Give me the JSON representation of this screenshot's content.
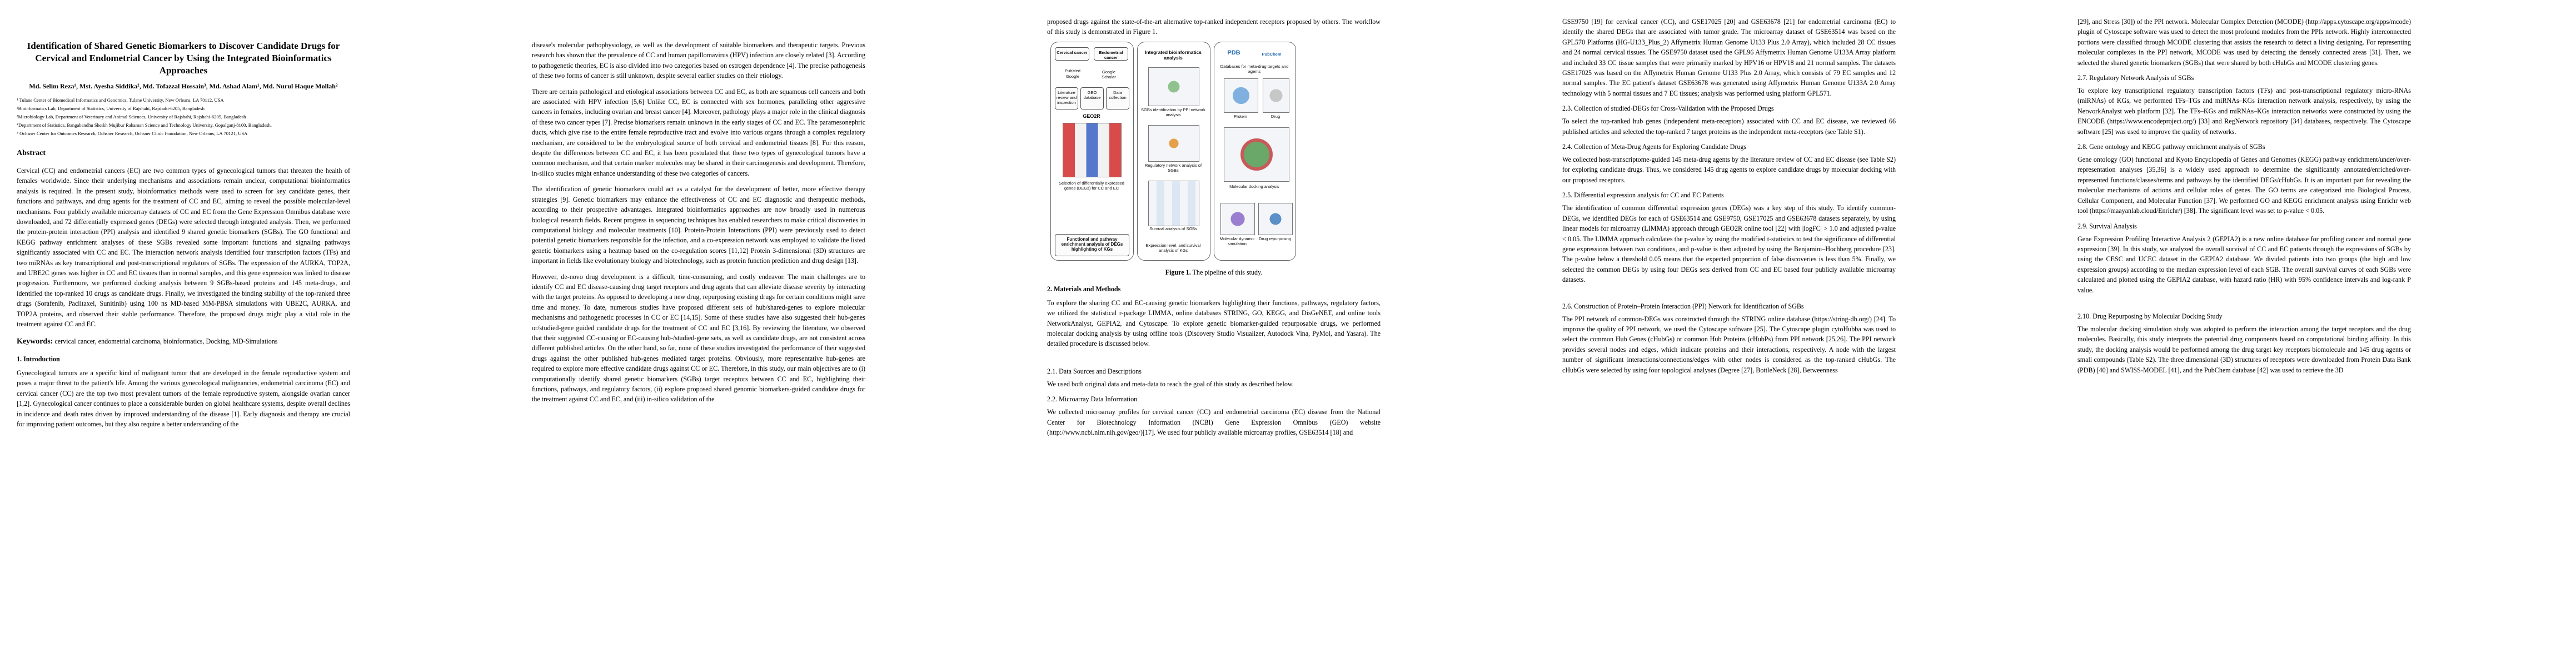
{
  "page1": {
    "title": "Identification of Shared Genetic Biomarkers to Discover Candidate Drugs for Cervical and Endometrial Cancer by Using the Integrated Bioinformatics Approaches",
    "authors": "Md. Selim Reza¹, Mst. Ayesha Siddika², Md. Tofazzal Hossain³, Md. Ashad Alam¹, Md. Nurul Haque Mollah²",
    "affiliations": [
      "¹ Tulane Center of Biomedical Informatics and Genomics, Tulane University, New Orleans, LA 70112, USA",
      "²Bioinformatics Lab, Department of Statistics, University of Rajshahi, Rajshahi-6205, Bangladesh",
      "³Microbiology Lab, Department of Veterinary and Animal Sciences, University of Rajshahi, Rajshahi-6205, Bangladesh",
      "⁴Department of Statistics, Bangabandhu Sheikh Mujibur Rahaman Science and Technology University, Gopalganj-8100, Bangladesh.",
      "⁵ Ochsner Center for Outcomes Research, Ochsner Research, Ochsner Clinic Foundation, New Orleans, LA 70121, USA"
    ],
    "abstract_heading": "Abstract",
    "abstract": "Cervical (CC) and endometrial cancers (EC) are two common types of gynecological tumors that threaten the health of females worldwide. Since their underlying mechanisms and associations remain unclear, computational bioinformatics analysis is required. In the present study, bioinformatics methods were used to screen for key candidate genes, their functions and pathways, and drug agents for the treatment of CC and EC, aiming to reveal the possible molecular-level mechanisms. Four publicly available microarray datasets of CC and EC from the Gene Expression Omnibus database were downloaded, and 72 differentially expressed genes (DEGs) were selected through integrated analysis. Then, we performed the protein-protein interaction (PPI) analysis and identified 9 shared genetic biomarkers (SGBs). The GO functional and KEGG pathway enrichment analyses of these SGBs revealed some important functions and signaling pathways significantly associated with CC and EC. The interaction network analysis identified four transcription factors (TFs) and two miRNAs as key transcriptional and post-transcriptional regulators of SGBs. The expression of the AURKA, TOP2A, and UBE2C genes was higher in CC and EC tissues than in normal samples, and this gene expression was linked to disease progression. Furthermore, we performed docking analysis between 9 SGBs-based proteins and 145 meta-drugs, and identified the top-ranked 10 drugs as candidate drugs. Finally, we investigated the binding stability of the top-ranked three drugs (Sorafenib, Paclitaxel, Sunitinib) using 100 ns MD-based MM-PBSA simulations with UBE2C, AURKA, and TOP2A proteins, and observed their stable performance. Therefore, the proposed drugs might play a vital role in the treatment against CC and EC.",
    "keywords_label": "Keywords:",
    "keywords": " cervical cancer, endometrial carcinoma, bioinformatics, Docking, MD-Simulations",
    "intro_heading": "1. Introduction",
    "intro": "Gynecological tumors are a specific kind of malignant tumor that are developed in the female reproductive system and poses a major threat to the patient's life. Among the various gynecological malignancies, endometrial carcinoma (EC) and cervical cancer (CC) are the top two most prevalent tumors of the female reproductive system, alongside ovarian cancer [1,2]. Gynecological cancer continues to place a considerable burden on global healthcare systems, despite overall declines in incidence and death rates driven by improved understanding of the disease [1]. Early diagnosis and therapy are crucial for improving patient outcomes, but they also require a better understanding of the"
  },
  "page2": {
    "paragraphs": [
      "disease's molecular pathophysiology, as well as the development of suitable biomarkers and therapeutic targets. Previous research has shown that the prevalence of CC and human papillomavirus (HPV) infection are closely related [3]. According to pathogenetic theories, EC is also divided into two categories based on estrogen dependence [4]. The precise pathogenesis of these two forms of cancer is still unknown, despite several earlier studies on their etiology.",
      "There are certain pathological and etiological associations between CC and EC, as both are squamous cell cancers and both are associated with HPV infection [5,6] Unlike CC, EC is connected with sex hormones, paralleling other aggressive cancers in females, including ovarian and breast cancer [4]. Moreover, pathology plays a major role in the clinical diagnosis of these two cancer types [7]. Precise biomarkers remain unknown in the early stages of CC and EC. The paramesonephric ducts, which give rise to the entire female reproductive tract and evolve into various organs through a complex regulatory mechanism, are considered to be the embryological source of both cervical and endometrial tissues [8]. For this reason, despite the differences between CC and EC, it has been postulated that these two types of gynecological tumors have a common mechanism, and that certain marker molecules may be shared in their carcinogenesis and development. Therefore, in-silico studies might enhance understanding of these two categories of cancers.",
      "The identification of genetic biomarkers could act as a catalyst for the development of better, more effective therapy strategies [9]. Genetic biomarkers may enhance the effectiveness of CC and EC diagnostic and therapeutic methods, according to their prospective advantages. Integrated bioinformatics approaches are now broadly used in numerous biological research fields. Recent progress in sequencing techniques has enabled researchers to make critical discoveries in computational biology and molecular treatments [10]. Protein-Protein Interactions (PPI) were previously used to detect potential genetic biomarkers responsible for the infection, and a co-expression network was employed to validate the listed genetic biomarkers using a heatmap based on the co-regulation scores [11,12] Protein 3-dimensional (3D) structures are important in fields like evolutionary biology and biotechnology, such as protein function prediction and drug design [13].",
      "However, de-novo drug development is a difficult, time-consuming, and costly endeavor. The main challenges are to identify CC and EC disease-causing drug target receptors and drug agents that can alleviate disease severity by interacting with the target proteins. As opposed to developing a new drug, repurposing existing drugs for certain conditions might save time and money. To date, numerous studies have proposed different sets of hub/shared-genes to explore molecular mechanisms and pathogenetic processes in CC or EC [14,15]. Some of these studies have also suggested their hub-genes or/studied-gene guided candidate drugs for the treatment of CC and EC [3,16]. By reviewing the literature, we observed that their suggested CC-causing or EC-causing hub-/studied-gene sets, as well as candidate drugs, are not consistent across different published articles. On the other hand, so far, none of these studies investigated the performance of their suggested drugs against the other published hub-genes mediated target proteins. Obviously, more representative hub-genes are required to explore more effective candidate drugs against CC or EC. Therefore, in this study, our main objectives are to (i) computationally identify shared genetic biomarkers (SGBs) target receptors between CC and EC, highlighting their functions, pathways, and regulatory factors, (ii) explore proposed shared genomic biomarkers-guided candidate drugs for the treatment against CC and EC, and (iii) in-silico validation of the"
    ]
  },
  "page3": {
    "intro_text": "proposed drugs against the state-of-the-art alternative top-ranked independent receptors proposed by others. The workflow of this study is demonstrated in Figure 1.",
    "figure": {
      "cervical": "Cervical cancer",
      "endometrial": "Endometrial cancer",
      "pubmed": "PubMed",
      "google": "Google",
      "scholar": "Google Scholar",
      "literature": "Literature review and inspection",
      "geo_db": "GEO database",
      "data_collection": "Data collection",
      "geo2r": "GEO2R",
      "deg_selection": "Selection of differentially expressed genes (DEGs) for CC and EC",
      "functional": "Functional and pathway enrichment analysis of DEGs highlighting of KGs",
      "integrated": "Integrated bioinformatics analysis",
      "sgbs": "SGBs identification by PPI network analysis",
      "regulatory": "Regulatory network analysis of SGBs",
      "survival": "Survival analysis of SGBs",
      "expression": "Expression level, and survival analysis of KGs",
      "pdb": "PDB",
      "pubchem": "PubChem",
      "databases": "Databases for meta-drug targets and agents",
      "protein": "Protein",
      "drug": "Drug",
      "docking": "Molecular docking analysis",
      "md": "Molecular dynamic simulation",
      "repurposing": "Drug repurposing"
    },
    "caption_label": "Figure 1.",
    "caption_text": " The pipeline of this study.",
    "section2": "2. Materials and Methods",
    "methods": "To explore the sharing CC and EC-causing genetic biomarkers highlighting their functions, pathways, regulatory factors, we utilized the statistical r-package LIMMA, online databases STRING, GO, KEGG, and DisGeNET, and online tools NetworkAnalyst, GEPIA2, and Cytoscape. To explore genetic biomarker-guided repurposable drugs, we performed molecular docking analysis by using offline tools (Discovery Studio Visualizer, Autodock Vina, PyMol, and Yasara). The detailed procedure is discussed below.",
    "s21": "2.1. Data Sources and Descriptions",
    "s21_text": "We used both original data and meta-data to reach the goal of this study as described below.",
    "s22": "2.2. Microarray Data Information",
    "s22_text": "We collected microarray profiles for cervical cancer (CC) and endometrial carcinoma (EC) disease from the National Center for Biotechnology Information (NCBI) Gene Expression Omnibus (GEO) website (http://www.ncbi.nlm.nih.gov/geo/)[17]. We used four publicly available microarray profiles, GSE63514 [18] and"
  },
  "page4": {
    "p1": "GSE9750 [19] for cervical cancer (CC), and GSE17025 [20] and GSE63678 [21] for endometrial carcinoma (EC) to identify the shared DEGs that are associated with tumor grade. The microarray dataset of GSE63514 was based on the GPL570 Platforms (HG-U133_Plus_2) Affymetrix Human Genome U133 Plus 2.0 Array), which included 28 CC tissues and 24 normal cervical tissues. The GSE9750 dataset used the GPL96 Affymetrix Human Genome U133A Array platform and included 33 CC tissue samples that were primarily marked by HPV16 or HPV18 and 21 normal samples. The datasets GSE17025 was based on the Affymetrix Human Genome U133 Plus 2.0 Array, which consists of 79 EC samples and 12 normal samples. The EC patient's dataset GSE63678 was generated using Affymetrix Human Genome U133A 2.0 Array technology with 5 normal tissues and 7 EC tissues; analysis was performed using platform GPL571.",
    "s23": "2.3. Collection of studied-DEGs for Cross-Validation with the Proposed Drugs",
    "s23_text": "To select the top-ranked hub genes (independent meta-receptors) associated with CC and EC disease, we reviewed 66 published articles and selected the top-ranked 7 target proteins as the independent meta-receptors (see Table S1).",
    "s24": "2.4. Collection of Meta-Drug Agents for Exploring Candidate Drugs",
    "s24_text": "We collected host-transcriptome-guided 145 meta-drug agents by the literature review of CC and EC disease (see Table S2) for exploring candidate drugs. Thus, we considered 145 drug agents to explore candidate drugs by molecular docking with our proposed receptors.",
    "s25": "2.5. Differential expression analysis for CC and EC Patients",
    "s25_text": "The identification of common differential expression genes (DEGs) was a key step of this study. To identify common-DEGs, we identified DEGs for each of GSE63514 and GSE9750, GSE17025 and GSE63678 datasets separately, by using linear models for microarray (LIMMA) approach through GEO2R online tool [22] with |logFC| > 1.0 and adjusted p-value < 0.05. The LIMMA approach calculates the p-value by using the modified t-statistics to test the significance of differential gene expressions between two conditions, and p-value is then adjusted by using the Benjamini–Hochberg procedure [23]. The p-value below a threshold 0.05 means that the expected proportion of false discoveries is less than 5%. Finally, we selected the common DEGs by using four DEGs sets derived from CC and EC based four publicly available microarray datasets.",
    "s26": "2.6. Construction of Protein–Protein Interaction (PPI) Network for Identification of SGBs",
    "s26_text": "The PPI network of common-DEGs was constructed through the STRING online database (https://string-db.org/) [24]. To improve the quality of PPI network, we used the Cytoscape software [25]. The Cytoscape plugin cytoHubba was used to select the common Hub Genes (cHubGs) or common Hub Proteins (cHubPs) from PPI network [25,26]. The PPI network provides several nodes and edges, which indicate proteins and their interactions, respectively. A node with the largest number of significant interactions/connections/edges with other nodes is considered as the top-ranked cHubGs. The cHubGs were selected by using four topological analyses (Degree [27], BottleNeck [28], Betweenness"
  },
  "page5": {
    "p1": "[29], and Stress [30]) of the PPI network. Molecular Complex Detection (MCODE) (http://apps.cytoscape.org/apps/mcode) plugin of Cytoscape software was used to detect the most profound modules from the PPIs network. Highly interconnected portions were classified through MCODE clustering that assists the research to detect a living designing. For representing molecular complexes in the PPI network, MCODE was used by detecting the densely connected areas [31]. Then, we selected the shared genetic biomarkers (SGBs) that were shared by both cHubGs and MCODE clustering genes.",
    "s27": "2.7. Regulatory Network Analysis of SGBs",
    "s27_text": "To explore key transcriptional regulatory transcription factors (TFs) and post-transcriptional regulatory micro-RNAs (miRNAs) of KGs, we performed TFs–TGs and miRNAs–KGs interaction network analysis, respectively, by using the NetworkAnalyst web platform [32]. The TFs–KGs and miRNAs–KGs interaction networks were constructed by using the ENCODE (https://www.encodeproject.org/) [33] and RegNetwork repository [34] databases, respectively. The Cytoscape software [25] was used to improve the quality of networks.",
    "s28": "2.8. Gene ontology and KEGG pathway enrichment analysis of SGBs",
    "s28_text": "Gene ontology (GO) functional and Kyoto Encyclopedia of Genes and Genomes (KEGG) pathway enrichment/under/over-representation analyses [35,36] is a widely used approach to determine the significantly annotated/enriched/over-represented functions/classes/terms and pathways by the identified DEGs/cHubGs. It is an important part for revealing the molecular mechanisms of actions and cellular roles of genes. The GO terms are categorized into Biological Process, Cellular Component, and Molecular Function [37]. We performed GO and KEGG enrichment analysis using Enrichr web tool (https://maayanlab.cloud/Enrichr/) [38]. The significant level was set to p-value < 0.05.",
    "s29": "2.9. Survival Analysis",
    "s29_text": "Gene Expression Profiling Interactive Analysis 2 (GEPIA2) is a new online database for profiling cancer and normal gene expression [39]. In this study, we analyzed the overall survival of CC and EC patients through the expressions of SGBs by using the CESC and UCEC dataset in the GEPIA2 database. We divided patients into two groups (the high and low expression groups) according to the median expression level of each SGB. The overall survival curves of each SGBs were calculated and plotted using the GEPIA2 database, with hazard ratio (HR) with 95% confidence intervals and log-rank P value.",
    "s210": "2.10. Drug Repurposing by Molecular Docking Study",
    "s210_text": "The molecular docking simulation study was adopted to perform the interaction among the target receptors and the drug molecules. Basically, this study interprets the potential drug components based on computational binding affinity. In this study, the docking analysis would be performed among the drug target key receptors biomolecule and 145 drug agents or small compounds (Table S2). The three dimensional (3D) structures of receptors were downloaded from Protein Data Bank (PDB) [40] and SWISS-MODEL [41], and the PubChem database [42] was used to retrieve the 3D"
  }
}
